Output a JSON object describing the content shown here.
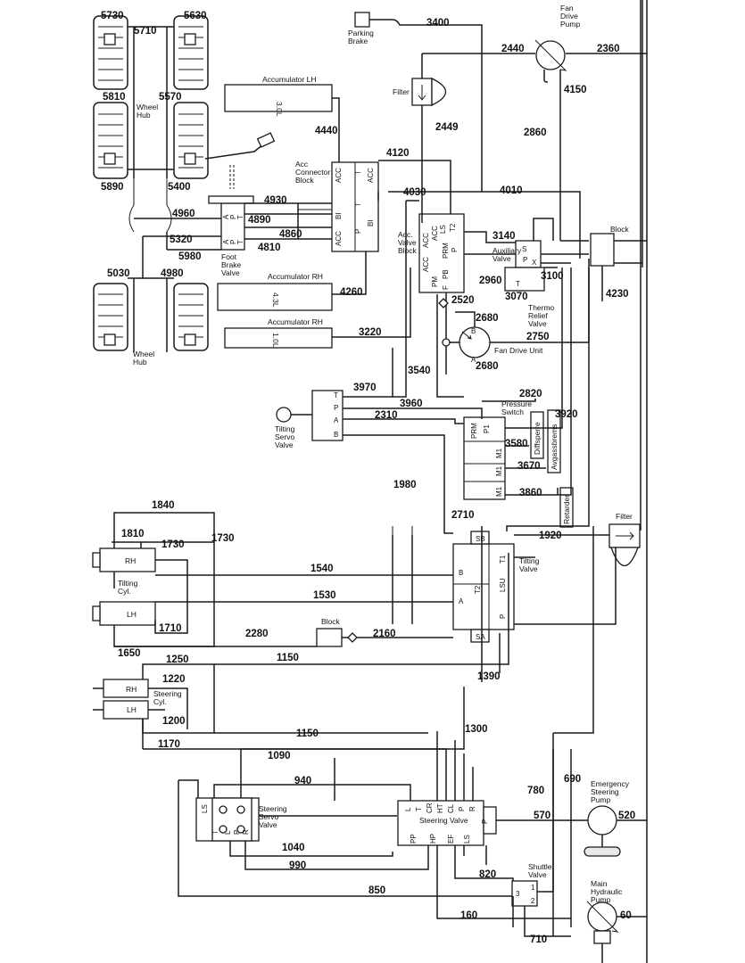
{
  "components": {
    "parking_brake": "Parking\nBrake",
    "fan_drive_pump": "Fan\nDrive\nPump",
    "filter_top": "Filter",
    "filter_right": "Filter",
    "accumulator_lh_title": "Accumulator LH",
    "accumulator_lh_vol": "3.0L",
    "accumulator_rh1_title": "Accumulator RH",
    "accumulator_rh1_vol": "4.3L",
    "accumulator_rh2_title": "Accumulator RH",
    "accumulator_rh2_vol": "1.0L",
    "wheel_hub_top": "Wheel\nHub",
    "wheel_hub_bottom": "Wheel\nHub",
    "acc_connector_block": "Acc\nConnector\nBlock",
    "foot_brake_valve": "Foot\nBrake\nValve",
    "acc_valve_block": "Acc.\nValve\nBlock",
    "block_right": "Block",
    "auxiliary_valve": "Auxiliary\nValve",
    "thermo_relief_valve": "Thermo\nRelief\nValve",
    "fan_drive_unit": "Fan Drive Unit",
    "pressure_switch": "Pressure\nSwitch",
    "diffsperre": "Diffsperre",
    "avgassbrems": "Avgassbrems",
    "retarder": "Retarder",
    "tilting_servo_valve": "Tilting\nServo\nValve",
    "tilting_cyl": "Tilting\nCyl.",
    "tilting_valve": "Tilting\nValve",
    "block_mid": "Block",
    "steering_cyl": "Steering\nCyl.",
    "steering_servo_valve": "Steering\nServo\nValve",
    "steering_valve": "Steering Valve",
    "shuttle_valve": "Shuttle\nValve",
    "emergency_steering_pump": "Emergency\nSteering\nPump",
    "main_hydraulic_pump": "Main\nHydraulic\nPump",
    "cyl_rh_tilt": "RH",
    "cyl_lh_tilt": "LH",
    "cyl_rh_steer": "RH",
    "cyl_lh_steer": "LH"
  },
  "ports": {
    "acc_conn": [
      "ACC",
      "ACC",
      "T",
      "BI",
      "T",
      "ACC",
      "P"
    ],
    "foot_brake": [
      "A",
      "P",
      "T",
      "A",
      "P",
      "T"
    ],
    "acc_valve": [
      "ACC",
      "ACC",
      "LS",
      "T2",
      "PRM",
      "PB",
      "ACC",
      "PM",
      "F",
      "BI",
      "P"
    ],
    "aux": [
      "S",
      "X",
      "P",
      "T"
    ],
    "fan_unit": [
      "B",
      "A"
    ],
    "tilt_servo": [
      "T",
      "P",
      "A",
      "B"
    ],
    "press_sw": [
      "PRM",
      "P1",
      "M1",
      "M1",
      "M1"
    ],
    "tilt_valve": [
      "SB",
      "T1",
      "B",
      "T2",
      "LSU",
      "A",
      "P",
      "SA"
    ],
    "steer_servo": [
      "LS",
      "T",
      "L",
      "P",
      "R"
    ],
    "steer_valve": [
      "L",
      "T",
      "CR",
      "HT",
      "CL",
      "P",
      "R",
      "PP",
      "HP",
      "EF",
      "LS",
      "P"
    ],
    "shuttle": [
      "3",
      "1",
      "2"
    ]
  },
  "lines": {
    "n5730": "5730",
    "n5630": "5630",
    "n5710": "5710",
    "n5810": "5810",
    "n5570": "5570",
    "n5890": "5890",
    "n5400": "5400",
    "n4960": "4960",
    "n5320": "5320",
    "n5980": "5980",
    "n5030": "5030",
    "n4980": "4980",
    "n3400": "3400",
    "n2440": "2440",
    "n2360": "2360",
    "n4150": "4150",
    "n2449": "2449",
    "n2860": "2860",
    "n4440": "4440",
    "n4120": "4120",
    "n4930": "4930",
    "n4890": "4890",
    "n4860": "4860",
    "n4810": "4810",
    "n4030": "4030",
    "n4010": "4010",
    "n3140": "3140",
    "n2960": "2960",
    "n3070": "3070",
    "n3100": "3100",
    "n4260": "4260",
    "n2520": "2520",
    "n2680a": "2680",
    "n2680b": "2680",
    "n4230": "4230",
    "n2750": "2750",
    "n3220": "3220",
    "n3540": "3540",
    "n3970": "3970",
    "n2820": "2820",
    "n3960": "3960",
    "n2310": "2310",
    "n3920": "3920",
    "n3580": "3580",
    "n3670": "3670",
    "n1980": "1980",
    "n3860": "3860",
    "n1840": "1840",
    "n2710": "2710",
    "n1810": "1810",
    "n1730a": "1730",
    "n1730b": "1730",
    "n1920": "1920",
    "n1540": "1540",
    "n1530": "1530",
    "n1710": "1710",
    "n2280": "2280",
    "n2160": "2160",
    "n1650": "1650",
    "n1250": "1250",
    "n1150a": "1150",
    "n1390": "1390",
    "n1220": "1220",
    "n1200": "1200",
    "n1300": "1300",
    "n1170": "1170",
    "n1150b": "1150",
    "n1090": "1090",
    "n690": "690",
    "n940": "940",
    "n780": "780",
    "n570": "570",
    "n520": "520",
    "n1040": "1040",
    "n990": "990",
    "n820": "820",
    "n850": "850",
    "n160": "160",
    "n60": "60",
    "n710": "710"
  }
}
